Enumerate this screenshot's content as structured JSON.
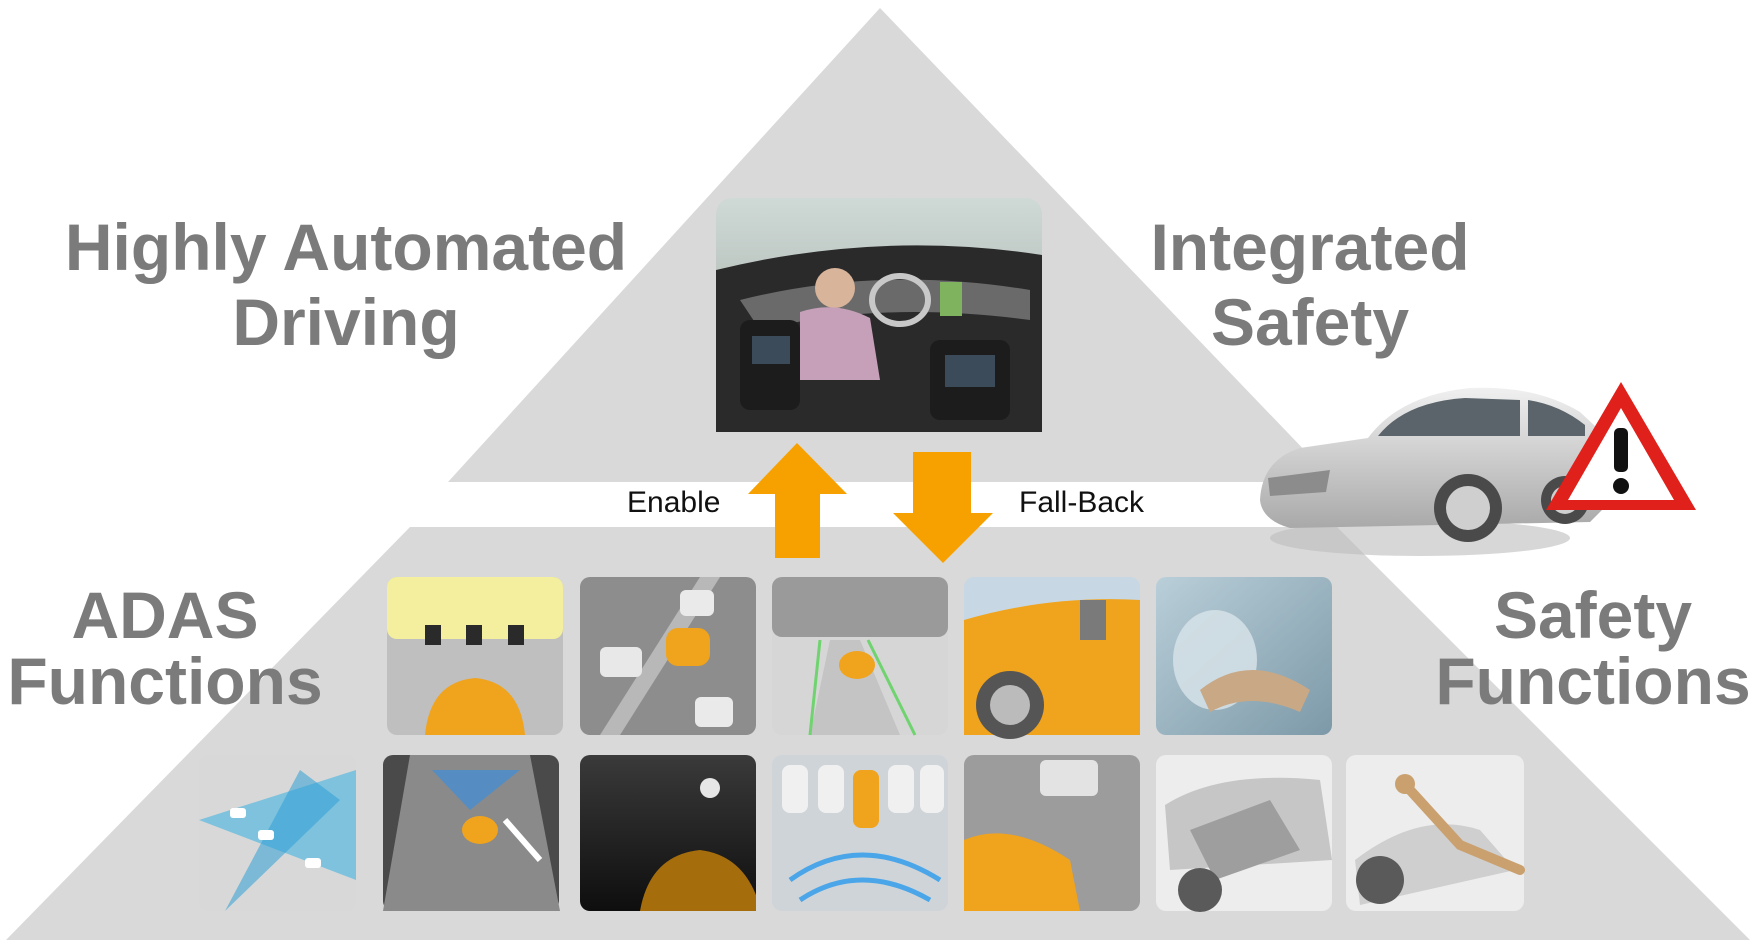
{
  "top_left_label": {
    "line1": "Highly Automated",
    "line2": "Driving"
  },
  "top_right_label": {
    "line1": "Integrated",
    "line2": "Safety"
  },
  "left_label": {
    "line1": "ADAS",
    "line2": "Functions"
  },
  "right_label": {
    "line1": "Safety",
    "line2": "Functions"
  },
  "enable_label": "Enable",
  "fallback_label": "Fall-Back",
  "colors": {
    "pyramid": "#d9d9d9",
    "label_text": "#7b7b7b",
    "arrow": "#f7a100",
    "warning_red": "#e0201b"
  },
  "icons": {
    "hero": "autonomous-cockpit-photo",
    "warning": "warning-triangle-icon",
    "car": "silver-sedan-image"
  }
}
